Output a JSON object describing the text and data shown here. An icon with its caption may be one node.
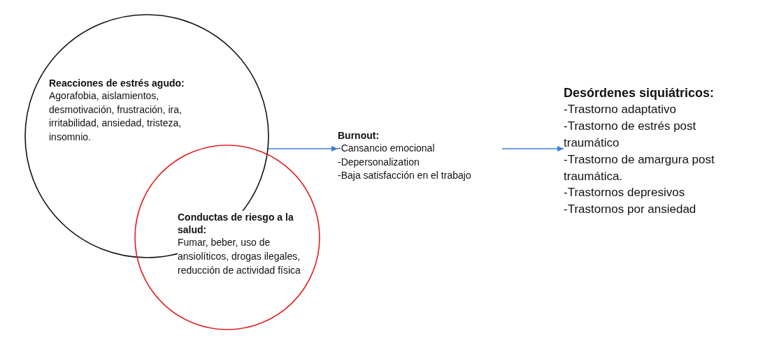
{
  "diagram": {
    "nodes": [
      {
        "text": [
          "Reacciones de estrés agudo:",
          "Agorafobia, aislamientos, desmotivación, frustración, ira, irritabilidad, ansiedad, tristeza, insomnio."
        ]
      },
      {
        "text": [
          "Conductas de riesgo a la salud:",
          "Fumar, beber, uso de ansiolíticos, drogas ilegales, reducción de actividad física"
        ]
      },
      {
        "text": [
          "Burnout:",
          "-Cansancio emocional",
          "-Depersonalization",
          "-Baja satisfacción en el trabajo"
        ]
      },
      {
        "text": [
          "Desórdenes siquiátricos:",
          "-Trastorno adaptativo",
          "-Trastorno de estrés post traumático",
          "-Trastorno de amargura post traumática.",
          "-Trastornos depresivos",
          "-Trastornos por ansiedad"
        ]
      }
    ],
    "edges": [
      {
        "from": 0,
        "to": 2,
        "arrow": "to"
      },
      {
        "from": 2,
        "to": 3,
        "arrow": "to"
      }
    ]
  }
}
